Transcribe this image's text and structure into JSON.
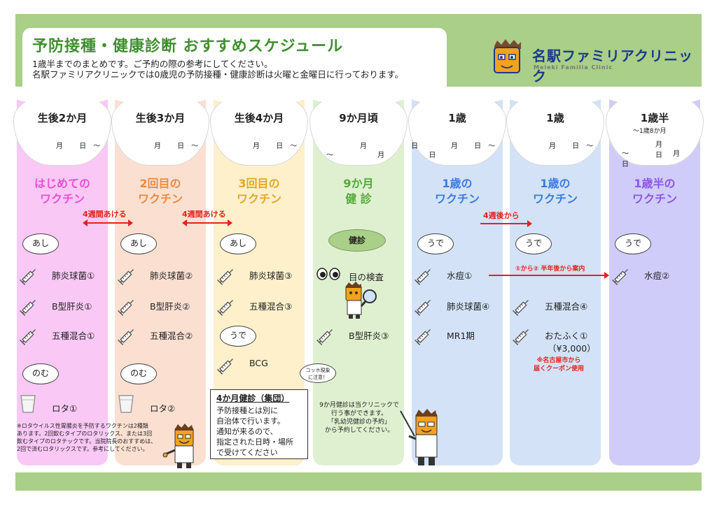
{
  "header": {
    "title": "予防接種・健康診断 おすすめスケジュール",
    "subtitle_lines": [
      "1歳半までのまとめです。ご予約の際の参考にしてください。",
      "名駅ファミリアクリニックでは0歳児の予防接種・健康診断は火曜と金曜日に行っております。"
    ]
  },
  "logo": {
    "name": "名駅ファミリアクリニック",
    "sub": "Meieki Familia Clinic"
  },
  "columns": [
    {
      "age": "生後2か月",
      "date": "月 日～",
      "vaccine_lines": [
        "はじめての",
        "ワクチン"
      ],
      "bubble1": "あし",
      "bubble2": "のむ"
    },
    {
      "age": "生後3か月",
      "date": "月 日～",
      "vaccine_lines": [
        "2回目の",
        "ワクチン"
      ],
      "bubble1": "あし",
      "bubble2": "のむ"
    },
    {
      "age": "生後4か月",
      "date": "月 日～",
      "vaccine_lines": [
        "3回目の",
        "ワクチン"
      ],
      "bubble1": "あし",
      "bubble2": "うで"
    },
    {
      "age": "9か月頃",
      "date_lines": [
        "月 日",
        "～ 月 日"
      ],
      "vaccine_lines": [
        "9か月",
        "健 診"
      ]
    },
    {
      "age": "1歳",
      "date": "月 日～",
      "vaccine_lines": [
        "1歳の",
        "ワクチン"
      ],
      "bubble1": "うで"
    },
    {
      "age": "1歳",
      "date": "月 日～",
      "vaccine_lines": [
        "1歳の",
        "ワクチン"
      ],
      "bubble1": "うで"
    },
    {
      "age": "1歳半",
      "age_note": "～1歳8か月",
      "date_lines": [
        "月 日",
        "～ 月 日"
      ],
      "vaccine_lines": [
        "1歳半の",
        "ワクチン"
      ],
      "bubble1": "うで"
    }
  ],
  "arrows": {
    "a1": "4週間あける",
    "a2": "4週間あける",
    "a3": "4週後から",
    "a4": "①から② 半年後から案内"
  },
  "items": {
    "c1": [
      "肺炎球菌①",
      "B型肝炎①",
      "五種混合①",
      "ロタ①"
    ],
    "c2": [
      "肺炎球菌②",
      "B型肝炎②",
      "五種混合②",
      "ロタ②"
    ],
    "c3": [
      "肺炎球菌③",
      "五種混合③",
      "BCG"
    ],
    "c4": [
      "目の検査",
      "B型肝炎③"
    ],
    "c5": [
      "水痘①",
      "肺炎球菌④",
      "MR1期"
    ],
    "c6": [
      "五種混合④",
      "おたふく①",
      "（¥3,000）"
    ],
    "c7": [
      "水痘②"
    ]
  },
  "kenshin": "健診",
  "kochi": [
    "コッホ現象",
    "に注意！"
  ],
  "rota_note": [
    "※ロタウイルス性胃腸炎を予防するワクチンは2種類",
    "あります。2回飲むタイプのロタリックス、または3回",
    "飲むタイプのロタテックです。当院院長のおすすめは、",
    "2回で済むロタリックスです。参考にしてください。"
  ],
  "box4": {
    "heading": "4か月健診（集団）",
    "lines": [
      "予防接種とは別に",
      "自治体で行います。",
      "通知が来るので、",
      "指定された日時・場所",
      "で受けてください"
    ]
  },
  "nine_month_note": [
    "9か月健診は当クリニックで",
    "行う事ができます。",
    "「乳幼児健診の予約」",
    "から予約してください。"
  ],
  "nagoya_note": [
    "※名古屋市から",
    "届くクーポン使用"
  ],
  "colors": {
    "band": "#a9cf88",
    "arrow": "#e2231a",
    "title_green": "#3f8f2e"
  }
}
